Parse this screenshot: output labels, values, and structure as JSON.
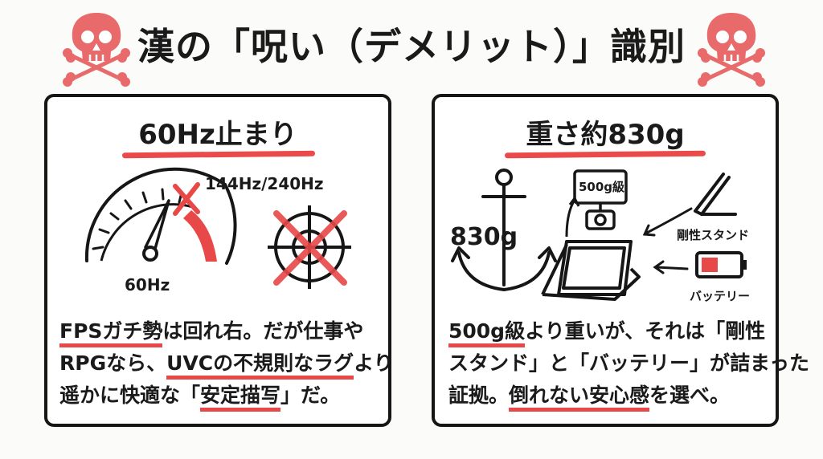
{
  "header": {
    "title": "漢の「呪い（デメリット）」識別"
  },
  "colors": {
    "accent_red": "#e84848",
    "ink": "#161616",
    "background": "#fbfbf9"
  },
  "icons": {
    "header_left": "skull-crossbones-icon",
    "header_right": "skull-crossbones-icon"
  },
  "panels": {
    "refresh": {
      "heading": "60Hz止まり",
      "gauge_label_low": "60Hz",
      "gauge_label_high": "144Hz/240Hz",
      "body": {
        "line1_hl": "FPSガチ勢",
        "line1_rest": "は回れ右。だが仕事や",
        "line2_a": "RPGなら、",
        "line2_hl": "UVCの不規則なラグ",
        "line2_b": "より",
        "line3_a": "遥かに快適な「",
        "line3_hl": "安定描写",
        "line3_b": "」だ。"
      }
    },
    "weight": {
      "heading": "重さ約830g",
      "anchor_label": "830g",
      "scale_label": "500g級",
      "stand_label": "剛性スタンド",
      "battery_label": "バッテリー",
      "body": {
        "line1_hl": "500g級",
        "line1_rest": "より重いが、それは「剛性",
        "line2": "スタンド」と「バッテリー」が詰まった",
        "line3_a": "証拠。",
        "line3_hl": "倒れない安心感",
        "line3_b": "を選べ。"
      }
    }
  }
}
